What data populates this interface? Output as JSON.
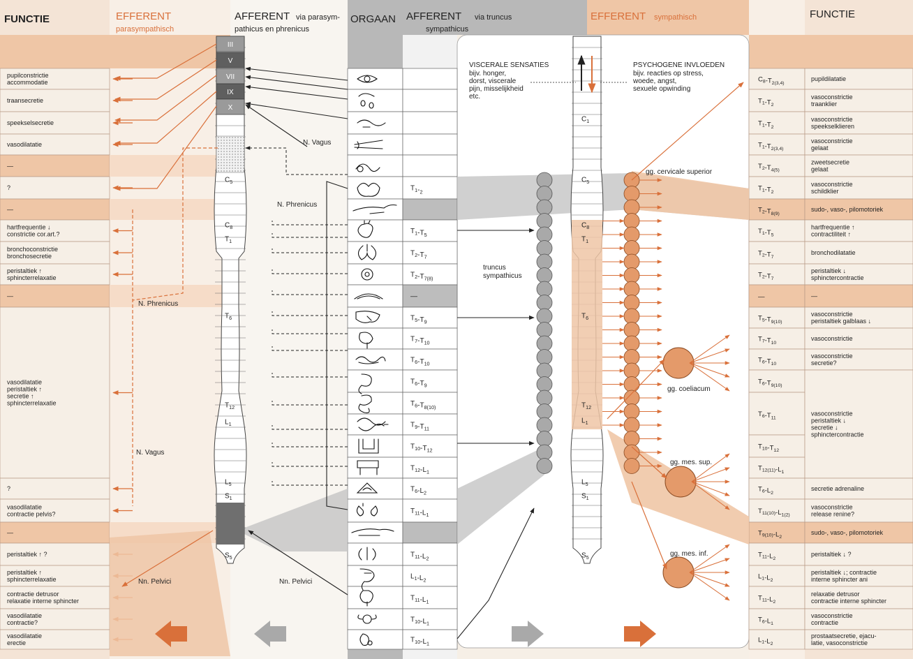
{
  "headers": {
    "functie_left": "FUNCTIE",
    "efferent_para_title": "EFFERENT",
    "efferent_para_sub": "parasympathisch",
    "afferent_para_title": "AFFERENT",
    "afferent_para_via": "via parasym-",
    "afferent_para_sub": "pathicus en phrenicus",
    "orgaan": "ORGAAN",
    "afferent_symp_title": "AFFERENT",
    "afferent_symp_via": "via truncus",
    "afferent_symp_sub": "sympathicus",
    "efferent_symp_title": "EFFERENT",
    "efferent_symp_sub": "sympathisch",
    "functie_right": "FUNCTIE"
  },
  "annotations": {
    "visceral_title": "VISCERALE SENSATIES",
    "visceral_lines": [
      "bijv. honger,",
      "dorst, viscerale",
      "pijn, misselijkheid",
      "etc."
    ],
    "psych_title": "PSYCHOGENE INVLOEDEN",
    "psych_lines": [
      "bijv. reacties op stress,",
      "woede, angst,",
      "sexuele opwinding"
    ],
    "n_vagus_top": "N. Vagus",
    "n_phrenicus_1": "N. Phrenicus",
    "n_phrenicus_2": "N. Phrenicus",
    "n_vagus_bottom": "N. Vagus",
    "nn_pelvici_left": "Nn. Pelvici",
    "nn_pelvici_mid": "Nn. Pelvici",
    "truncus_1": "truncus",
    "truncus_2": "sympathicus",
    "gg_cervicale": "gg. cervicale superior",
    "gg_coeliacum": "gg. coeliacum",
    "gg_mes_sup": "gg. mes. sup.",
    "gg_mes_inf": "gg. mes. inf."
  },
  "cord_left": {
    "cranial": [
      "III",
      "V",
      "VII",
      "IX",
      "X"
    ],
    "labels": [
      "C5",
      "C8",
      "T1",
      "T6",
      "T12",
      "L1",
      "L5",
      "S1",
      "S5"
    ]
  },
  "cord_right": {
    "labels": [
      "C1",
      "C5",
      "C8",
      "T1",
      "T6",
      "T12",
      "L1",
      "L5",
      "S1",
      "S5"
    ]
  },
  "left_functions": [
    "pupilconstrictie|accommodatie",
    "traansecretie",
    "speekselsecretie",
    "vasodilatatie",
    "—",
    "?",
    "—",
    "hartfrequentie ↓|constrictie cor.art.?",
    "bronchoconstrictie|bronchosecretie",
    "peristaltiek ↑|sphincterrelaxatie",
    "—",
    "vasodilatatie|peristaltiek ↑|secretie ↑|sphincterrelaxatie",
    "?",
    "vasodilatatie|contractie pelvis?",
    "—",
    "peristaltiek ↑ ?",
    "peristaltiek ↑|sphincterrelaxatie",
    "contractie detrusor|relaxatie interne sphincter",
    "vasodilatatie|contractie?",
    "vasodilatatie|erectie"
  ],
  "organ_segments": [
    "",
    "",
    "",
    "",
    "",
    "T1-2",
    "",
    "T1-T5",
    "T2-T7",
    "T2-T7(8)",
    "—",
    "T5-T9",
    "T7-T10",
    "T6-T10",
    "T6-T9",
    "T6-T8(10)",
    "T9-T11",
    "T10-T12",
    "T12-L1",
    "T6-L2",
    "T11-L1",
    "",
    "T11-L2",
    "L1-L2",
    "T11-L1",
    "T10-L1",
    "T10-L1"
  ],
  "right_segments": [
    "C8-T2(3,4)",
    "T1-T2",
    "T1-T2",
    "T1-T2(3,4)",
    "T2-T4(5)",
    "T1-T2",
    "T2-T8(9)",
    "T1-T5",
    "T2-T7",
    "T2-T7",
    "—",
    "T5-T9(10)",
    "T7-T10",
    "T6-T10",
    "T6-T9(10)",
    "T6-T11",
    "T10-T12",
    "T12(11)-L1",
    "T6-L2",
    "T11(10)-L1(2)",
    "T9(10)-L2",
    "T11-L2",
    "L1-L2",
    "T11-L2",
    "T6-L1",
    "L1-L2"
  ],
  "right_functions": [
    "pupildilatatie",
    "vasoconstrictie|traanklier",
    "vasoconstrictie|speekselklieren",
    "vasoconstrictie|gelaat",
    "zweetsecretie|gelaat",
    "vasoconstrictie|schildklier",
    "sudo-, vaso-, pilomotoriek",
    "hartfrequentie ↑|contractiliteit ↑",
    "bronchodilatatie",
    "peristaltiek ↓|sphinctercontractie",
    "—",
    "vasoconstrictie|peristaltiek galblaas ↓",
    "vasoconstrictie",
    "vasoconstrictie|secretie?",
    "vasoconstrictie|peristaltiek ↓|secretie ↓|sphinctercontractie",
    "secretie adrenaline",
    "vasoconstrictie|release renine?",
    "sudo-, vaso-, pilomotoriek",
    "peristaltiek ↓ ?",
    "peristaltiek ↓; contractie|interne sphincter ani",
    "relaxatie detrusor|contractie interne sphincter",
    "vasoconstrictie|contractie",
    "prostaatsecretie, ejacu-|latie, vasoconstrictie"
  ],
  "colors": {
    "orange": "#d9703a",
    "peach": "#efc6a6",
    "peach_light": "#f6dcc8",
    "gray": "#a9a9a9",
    "gray_dark": "#6b6b6b",
    "paper": "#f6efe6",
    "line": "#333333"
  }
}
